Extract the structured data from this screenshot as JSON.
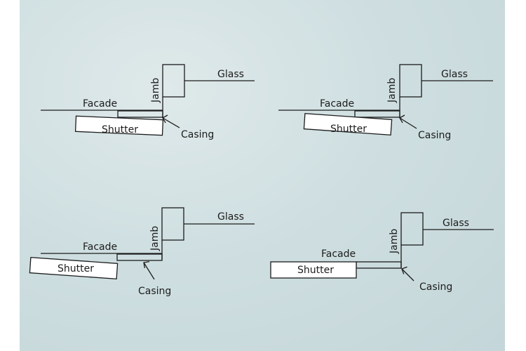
{
  "background_color": "#cfdfe1",
  "diagrams": [
    {
      "glass": "Glass",
      "jamb": "Jamb",
      "facade": "Facade",
      "shutter": "Shutter",
      "casing": "Casing"
    },
    {
      "glass": "Glass",
      "jamb": "Jamb",
      "facade": "Facade",
      "shutter": "Shutter",
      "casing": "Casing"
    },
    {
      "glass": "Glass",
      "jamb": "Jamb",
      "facade": "Facade",
      "shutter": "Shutter",
      "casing": "Casing"
    },
    {
      "glass": "Glass",
      "jamb": "Jamb",
      "facade": "Facade",
      "shutter": "Shutter",
      "casing": "Casing"
    }
  ]
}
